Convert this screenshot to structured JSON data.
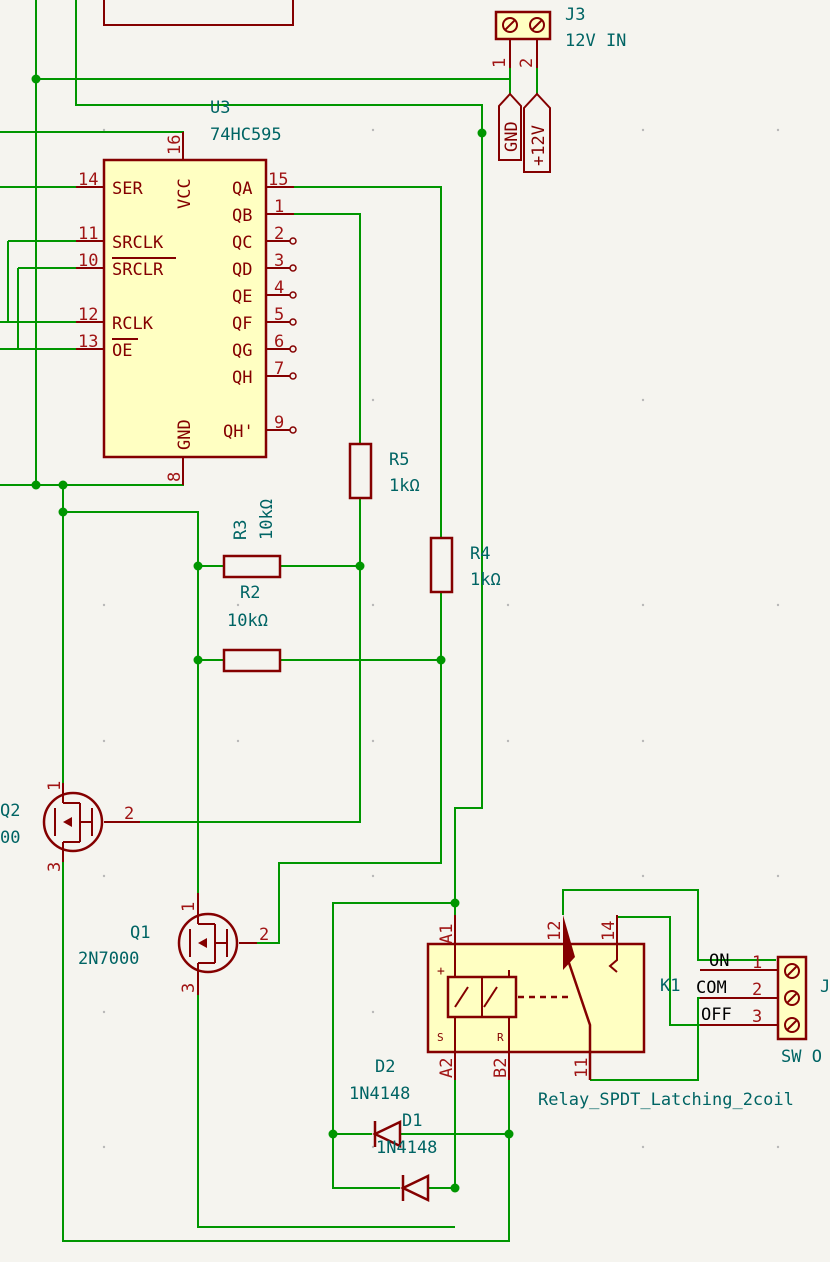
{
  "u3": {
    "ref": "U3",
    "value": "74HC595",
    "pins": {
      "ser": "SER",
      "srclk": "SRCLK",
      "srclr": "SRCLR",
      "rclk": "RCLK",
      "oe": "OE",
      "vcc": "VCC",
      "gnd": "GND",
      "qa": "QA",
      "qb": "QB",
      "qc": "QC",
      "qd": "QD",
      "qe": "QE",
      "qf": "QF",
      "qg": "QG",
      "qh": "QH",
      "qh2": "QH'"
    },
    "numbers": {
      "ser": "14",
      "srclk": "11",
      "srclr": "10",
      "rclk": "12",
      "oe": "13",
      "vcc": "16",
      "gnd": "8",
      "qa": "15",
      "qb": "1",
      "qc": "2",
      "qd": "3",
      "qe": "4",
      "qf": "5",
      "qg": "6",
      "qh": "7",
      "qh2": "9"
    }
  },
  "j3": {
    "ref": "J3",
    "value": "12V IN",
    "pin1": "1",
    "pin2": "2"
  },
  "power": {
    "gnd": "GND",
    "v12": "+12V"
  },
  "r5": {
    "ref": "R5",
    "value": "1kΩ"
  },
  "r4": {
    "ref": "R4",
    "value": "1kΩ"
  },
  "r3": {
    "ref": "R3",
    "value": "10kΩ"
  },
  "r2": {
    "ref": "R2",
    "value": "10kΩ"
  },
  "q2": {
    "ref": "Q2",
    "value": "00",
    "pin1": "1",
    "pin2": "2",
    "pin3": "3"
  },
  "q1": {
    "ref": "Q1",
    "value": "2N7000",
    "pin1": "1",
    "pin2": "2",
    "pin3": "3"
  },
  "k1": {
    "ref": "K1",
    "value": "Relay_SPDT_Latching_2coil",
    "pins": {
      "a1": "A1",
      "a2": "A2",
      "b2": "B2",
      "p12": "12",
      "p14": "14",
      "p11": "11"
    },
    "marks": {
      "plus": "+",
      "s": "S",
      "r": "R"
    }
  },
  "d2": {
    "ref": "D2",
    "value": "1N4148"
  },
  "d1": {
    "ref": "D1",
    "value": "1N4148"
  },
  "sw": {
    "ref": "J",
    "value": "SW O",
    "labels": {
      "on": "ON",
      "com": "COM",
      "off": "OFF"
    },
    "pins": {
      "p1": "1",
      "p2": "2",
      "p3": "3"
    }
  }
}
